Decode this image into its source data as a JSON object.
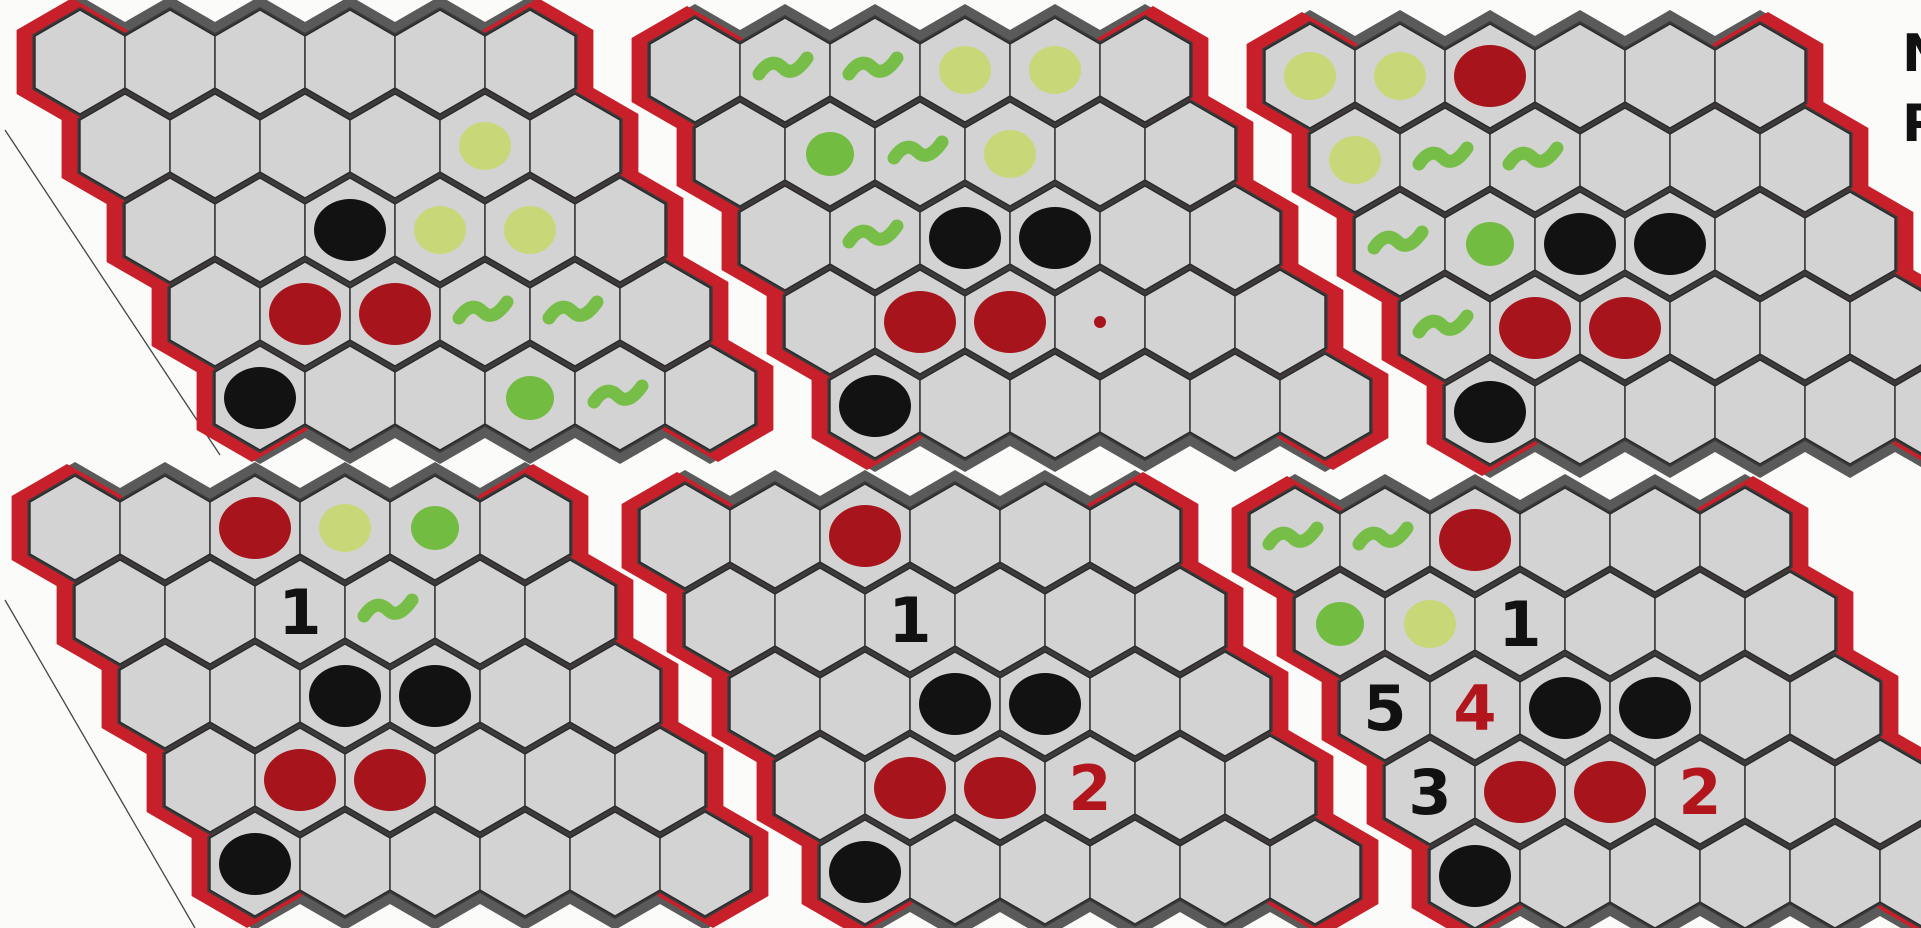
{
  "page": {
    "corner_text": [
      "N",
      "P"
    ]
  },
  "colors": {
    "paper": "#fbfbfa",
    "hex_fill": "#d3d3d3",
    "hex_line": "#2a2a2a",
    "frame_dark": "#5a5a5a",
    "edge_red": "#c8202a",
    "red_piece": "#a8141c",
    "black_piece": "#121212",
    "green_dark": "#6dbb3a",
    "green_light": "#c6d86e",
    "number_black": "#111111",
    "number_red": "#b3151c"
  },
  "boards": [
    {
      "label": "board-1",
      "pieces": [
        {
          "q": 2,
          "r": 2,
          "color": "black"
        },
        {
          "q": 1,
          "r": 3,
          "color": "red"
        },
        {
          "q": 2,
          "r": 3,
          "color": "red"
        },
        {
          "q": 0,
          "r": 4,
          "color": "black"
        },
        {
          "q": 4,
          "r": 1,
          "color": "yellowgreen"
        },
        {
          "q": 3,
          "r": 2,
          "color": "yellowgreen"
        },
        {
          "q": 4,
          "r": 2,
          "color": "yellowgreen"
        },
        {
          "q": 3,
          "r": 3,
          "color": "green-scribble"
        },
        {
          "q": 4,
          "r": 3,
          "color": "green-scribble"
        },
        {
          "q": 3,
          "r": 4,
          "color": "green"
        },
        {
          "q": 4,
          "r": 4,
          "color": "green-scribble"
        }
      ],
      "numbers": []
    },
    {
      "label": "board-2",
      "pieces": [
        {
          "q": 1,
          "r": 0,
          "color": "green-scribble"
        },
        {
          "q": 2,
          "r": 0,
          "color": "green-scribble"
        },
        {
          "q": 3,
          "r": 0,
          "color": "yellowgreen"
        },
        {
          "q": 4,
          "r": 0,
          "color": "yellowgreen"
        },
        {
          "q": 1,
          "r": 1,
          "color": "green"
        },
        {
          "q": 2,
          "r": 1,
          "color": "green-scribble"
        },
        {
          "q": 3,
          "r": 1,
          "color": "yellowgreen"
        },
        {
          "q": 1,
          "r": 2,
          "color": "green-scribble"
        },
        {
          "q": 2,
          "r": 2,
          "color": "black"
        },
        {
          "q": 3,
          "r": 2,
          "color": "black"
        },
        {
          "q": 1,
          "r": 3,
          "color": "red"
        },
        {
          "q": 2,
          "r": 3,
          "color": "red"
        },
        {
          "q": 3,
          "r": 3,
          "color": "red-dot"
        },
        {
          "q": 0,
          "r": 4,
          "color": "black"
        }
      ],
      "numbers": []
    },
    {
      "label": "board-3",
      "pieces": [
        {
          "q": 0,
          "r": 0,
          "color": "yellowgreen"
        },
        {
          "q": 1,
          "r": 0,
          "color": "yellowgreen"
        },
        {
          "q": 2,
          "r": 0,
          "color": "red"
        },
        {
          "q": 0,
          "r": 1,
          "color": "yellowgreen"
        },
        {
          "q": 1,
          "r": 1,
          "color": "green-scribble"
        },
        {
          "q": 2,
          "r": 1,
          "color": "green-scribble"
        },
        {
          "q": 0,
          "r": 2,
          "color": "green-scribble"
        },
        {
          "q": 1,
          "r": 2,
          "color": "green"
        },
        {
          "q": 2,
          "r": 2,
          "color": "black"
        },
        {
          "q": 3,
          "r": 2,
          "color": "black"
        },
        {
          "q": 0,
          "r": 3,
          "color": "green-scribble"
        },
        {
          "q": 1,
          "r": 3,
          "color": "red"
        },
        {
          "q": 2,
          "r": 3,
          "color": "red"
        },
        {
          "q": 0,
          "r": 4,
          "color": "black"
        }
      ],
      "numbers": []
    },
    {
      "label": "board-4",
      "pieces": [
        {
          "q": 2,
          "r": 0,
          "color": "red"
        },
        {
          "q": 3,
          "r": 0,
          "color": "yellowgreen"
        },
        {
          "q": 4,
          "r": 0,
          "color": "green"
        },
        {
          "q": 3,
          "r": 1,
          "color": "green-scribble"
        },
        {
          "q": 2,
          "r": 2,
          "color": "black"
        },
        {
          "q": 3,
          "r": 2,
          "color": "black"
        },
        {
          "q": 1,
          "r": 3,
          "color": "red"
        },
        {
          "q": 2,
          "r": 3,
          "color": "red"
        },
        {
          "q": 0,
          "r": 4,
          "color": "black"
        }
      ],
      "numbers": [
        {
          "q": 2,
          "r": 1,
          "text": "1",
          "color": "black"
        }
      ]
    },
    {
      "label": "board-5",
      "pieces": [
        {
          "q": 2,
          "r": 0,
          "color": "red"
        },
        {
          "q": 2,
          "r": 2,
          "color": "black"
        },
        {
          "q": 3,
          "r": 2,
          "color": "black"
        },
        {
          "q": 1,
          "r": 3,
          "color": "red"
        },
        {
          "q": 2,
          "r": 3,
          "color": "red"
        },
        {
          "q": 0,
          "r": 4,
          "color": "black"
        }
      ],
      "numbers": [
        {
          "q": 2,
          "r": 1,
          "text": "1",
          "color": "black"
        },
        {
          "q": 3,
          "r": 3,
          "text": "2",
          "color": "red"
        }
      ]
    },
    {
      "label": "board-6",
      "pieces": [
        {
          "q": 0,
          "r": 0,
          "color": "green-scribble"
        },
        {
          "q": 1,
          "r": 0,
          "color": "green-scribble"
        },
        {
          "q": 2,
          "r": 0,
          "color": "red"
        },
        {
          "q": 0,
          "r": 1,
          "color": "green"
        },
        {
          "q": 1,
          "r": 1,
          "color": "yellowgreen"
        },
        {
          "q": 2,
          "r": 2,
          "color": "black"
        },
        {
          "q": 3,
          "r": 2,
          "color": "black"
        },
        {
          "q": 1,
          "r": 3,
          "color": "red"
        },
        {
          "q": 2,
          "r": 3,
          "color": "red"
        },
        {
          "q": 0,
          "r": 4,
          "color": "black"
        }
      ],
      "numbers": [
        {
          "q": 2,
          "r": 1,
          "text": "1",
          "color": "black"
        },
        {
          "q": 0,
          "r": 2,
          "text": "5",
          "color": "black"
        },
        {
          "q": 1,
          "r": 2,
          "text": "4",
          "color": "red"
        },
        {
          "q": 0,
          "r": 3,
          "text": "3",
          "color": "black"
        },
        {
          "q": 3,
          "r": 3,
          "text": "2",
          "color": "red"
        }
      ]
    }
  ]
}
